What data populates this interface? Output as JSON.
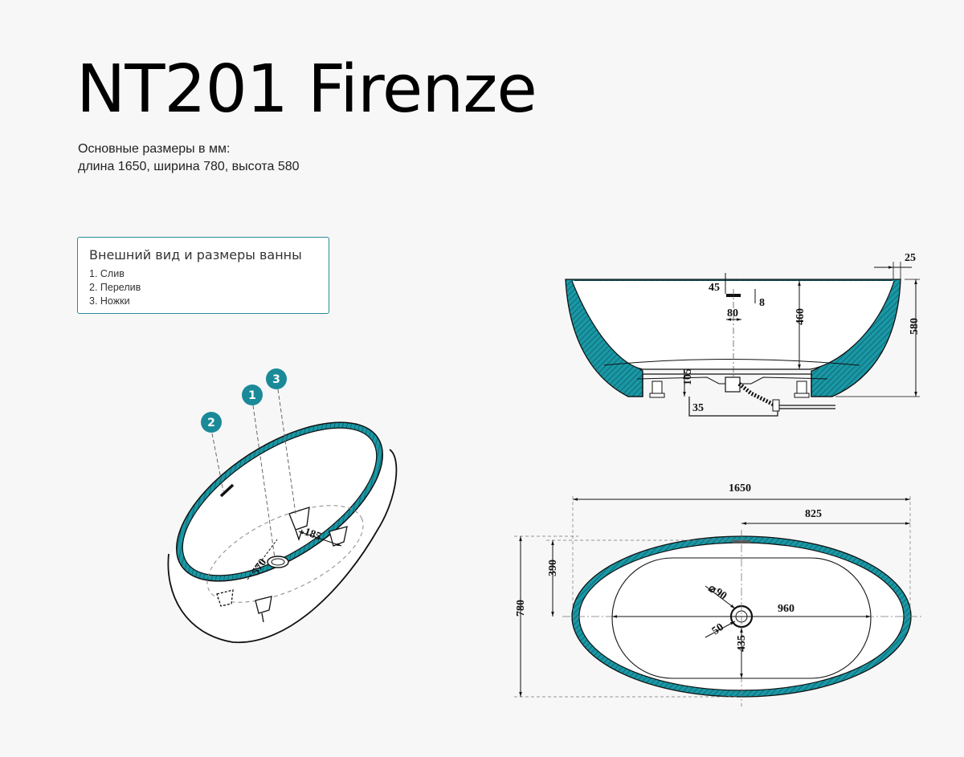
{
  "title": "NT201 Firenze",
  "subtitle": {
    "line1": "Основные размеры в мм:",
    "line2": "длина 1650, ширина 780, высота 580"
  },
  "legend": {
    "heading": "Внешний вид и размеры ванны",
    "items": [
      "1. Слив",
      "2. Перелив",
      "3. Ножки"
    ]
  },
  "badges": [
    "1",
    "2",
    "3"
  ],
  "colors": {
    "accent": "#2a8a9a",
    "teal": "#0f8f9c",
    "line": "#111111"
  },
  "perspective": {
    "dims": [
      "185",
      "570"
    ]
  },
  "side_view": {
    "dims": [
      "25",
      "45",
      "8",
      "80",
      "460",
      "580",
      "105",
      "35"
    ]
  },
  "top_view": {
    "dims": [
      "1650",
      "825",
      "390",
      "780",
      "90",
      "960",
      "50",
      "435"
    ]
  }
}
